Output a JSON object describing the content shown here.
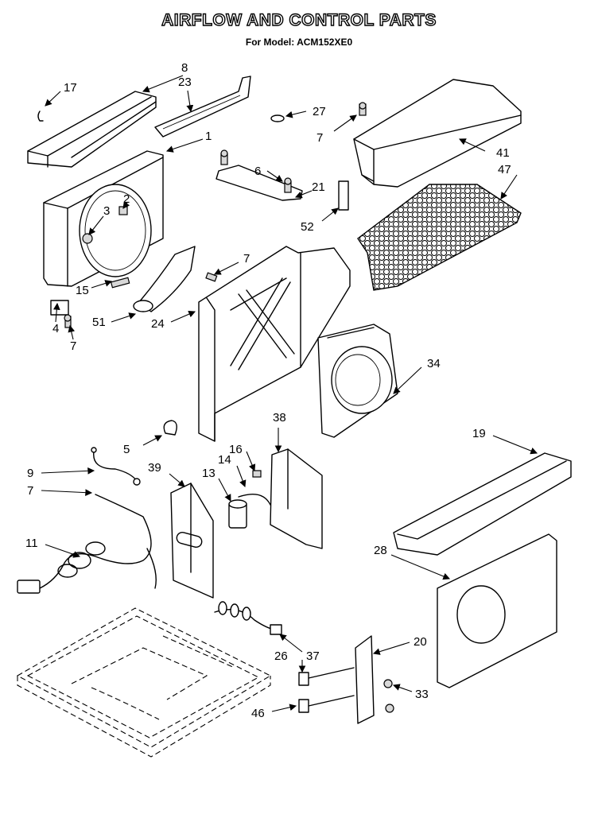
{
  "title": "AIRFLOW AND CONTROL PARTS",
  "subtitle": "For Model: ACM152XE0",
  "callouts": {
    "c1": "1",
    "c2": "2",
    "c3": "3",
    "c4": "4",
    "c5": "5",
    "c6": "6",
    "c7a": "7",
    "c7b": "7",
    "c7c": "7",
    "c7d": "7",
    "c8": "8",
    "c9": "9",
    "c11": "11",
    "c13": "13",
    "c14": "14",
    "c15": "15",
    "c16": "16",
    "c17": "17",
    "c19": "19",
    "c20": "20",
    "c21": "21",
    "c23": "23",
    "c24": "24",
    "c26": "26",
    "c27": "27",
    "c28": "28",
    "c33": "33",
    "c34": "34",
    "c37": "37",
    "c38": "38",
    "c39": "39",
    "c41": "41",
    "c46": "46",
    "c47": "47",
    "c51": "51",
    "c52": "52"
  }
}
